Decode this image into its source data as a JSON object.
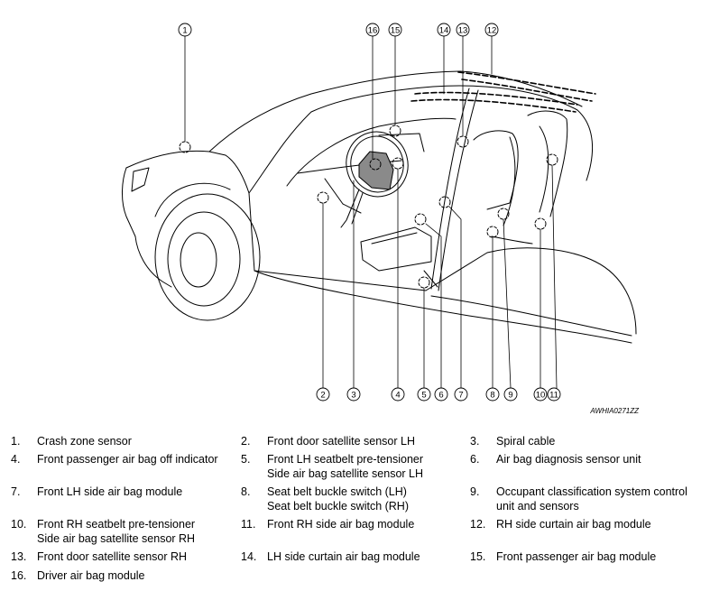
{
  "figure_code": "AWHIA0271ZZ",
  "callouts_top": [
    "1",
    "16",
    "15",
    "14",
    "13",
    "12"
  ],
  "callouts_bottom": [
    "2",
    "3",
    "4",
    "5",
    "6",
    "7",
    "8",
    "9",
    "10",
    "11"
  ],
  "legend": [
    {
      "num": "1.",
      "lines": [
        "Crash zone sensor"
      ]
    },
    {
      "num": "2.",
      "lines": [
        "Front door satellite sensor LH"
      ]
    },
    {
      "num": "3.",
      "lines": [
        "Spiral cable"
      ]
    },
    {
      "num": "4.",
      "lines": [
        "Front passenger air bag off indicator"
      ]
    },
    {
      "num": "5.",
      "lines": [
        "Front LH seatbelt pre-tensioner",
        "Side air bag satellite sensor LH"
      ]
    },
    {
      "num": "6.",
      "lines": [
        "Air bag diagnosis sensor unit"
      ]
    },
    {
      "num": "7.",
      "lines": [
        "Front LH side air bag module"
      ]
    },
    {
      "num": "8.",
      "lines": [
        "Seat belt buckle switch (LH)",
        "Seat belt buckle switch (RH)"
      ]
    },
    {
      "num": "9.",
      "lines": [
        "Occupant classification system control",
        "unit and sensors"
      ]
    },
    {
      "num": "10.",
      "lines": [
        "Front RH seatbelt pre-tensioner",
        "Side air bag satellite sensor RH"
      ]
    },
    {
      "num": "11.",
      "lines": [
        "Front RH side air bag module"
      ]
    },
    {
      "num": "12.",
      "lines": [
        "RH side curtain air bag module"
      ]
    },
    {
      "num": "13.",
      "lines": [
        "Front door satellite sensor RH"
      ]
    },
    {
      "num": "14.",
      "lines": [
        "LH side curtain air bag module"
      ]
    },
    {
      "num": "15.",
      "lines": [
        "Front passenger air bag module"
      ]
    },
    {
      "num": "16.",
      "lines": [
        "Driver air bag module"
      ]
    }
  ]
}
